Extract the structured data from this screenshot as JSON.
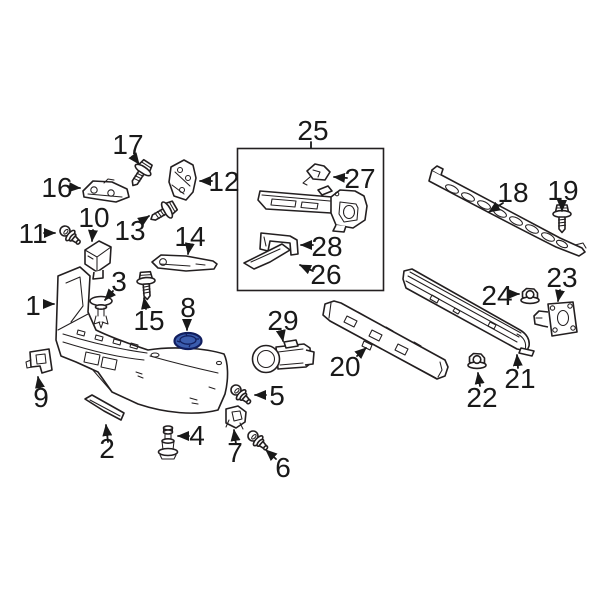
{
  "colors": {
    "background": "#ffffff",
    "line": "#231f20",
    "highlight_fill": "#3b5dae",
    "highlight_stroke": "#111e5e"
  },
  "highlighted_part": "8",
  "assembly_box_part": "25",
  "callouts": [
    {
      "num": "1"
    },
    {
      "num": "2"
    },
    {
      "num": "3"
    },
    {
      "num": "4"
    },
    {
      "num": "5"
    },
    {
      "num": "6"
    },
    {
      "num": "7"
    },
    {
      "num": "8"
    },
    {
      "num": "9"
    },
    {
      "num": "10"
    },
    {
      "num": "11"
    },
    {
      "num": "12"
    },
    {
      "num": "13"
    },
    {
      "num": "14"
    },
    {
      "num": "15"
    },
    {
      "num": "16"
    },
    {
      "num": "17"
    },
    {
      "num": "18"
    },
    {
      "num": "19"
    },
    {
      "num": "20"
    },
    {
      "num": "21"
    },
    {
      "num": "22"
    },
    {
      "num": "23"
    },
    {
      "num": "24"
    },
    {
      "num": "25"
    },
    {
      "num": "26"
    },
    {
      "num": "27"
    },
    {
      "num": "28"
    },
    {
      "num": "29"
    }
  ]
}
